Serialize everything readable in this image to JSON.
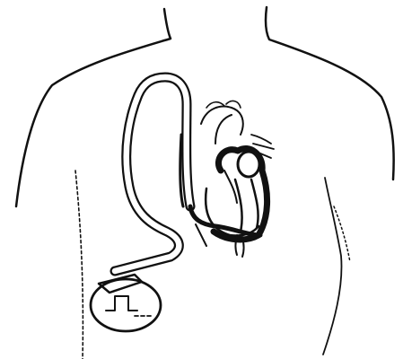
{
  "diagram": {
    "colors": {
      "background": "#ffffff",
      "ink": "#111111"
    },
    "icons": [
      "torso-outline",
      "heart",
      "pacemaker-lead",
      "pacemaker-device",
      "pulse-symbol"
    ]
  }
}
